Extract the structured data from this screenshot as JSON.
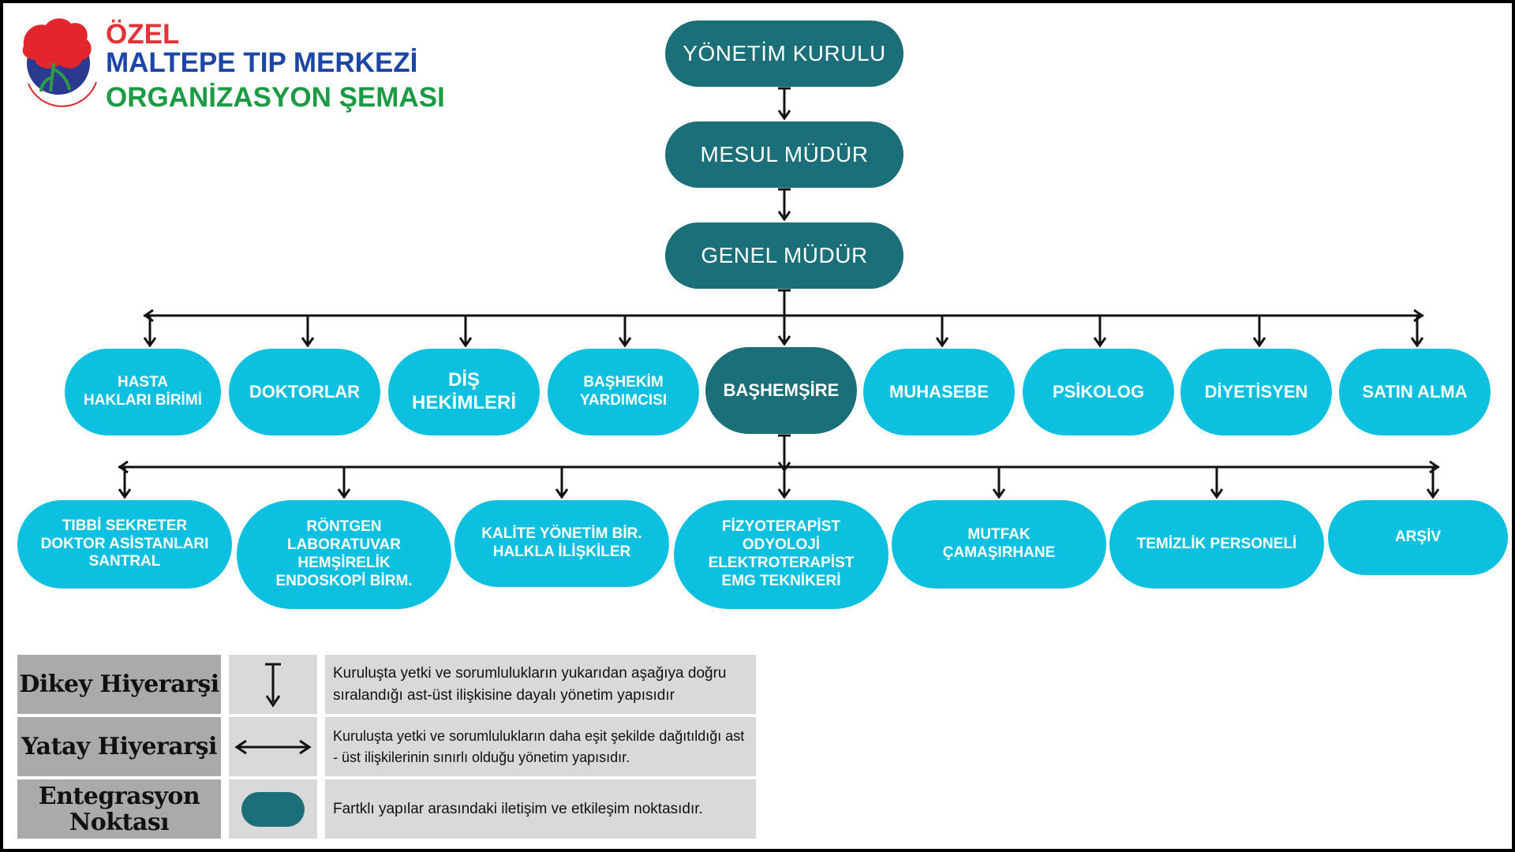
{
  "header": {
    "line1": "ÖZEL",
    "line2": "MALTEPE TIP MERKEZİ",
    "line3": "ORGANİZASYON ŞEMASI",
    "logo_text": "MALTEPE TIP MERKEZİ"
  },
  "colors": {
    "dark_node": "#1b6f78",
    "light_node": "#0ec0e0",
    "title_red": "#e63236",
    "title_blue": "#1b46a8",
    "title_green": "#1d9a44"
  },
  "hierarchy": {
    "board": "YÖNETİM KURULU",
    "responsible_manager": "MESUL MÜDÜR",
    "general_manager": "GENEL MÜDÜR"
  },
  "departments": [
    {
      "label": "HASTA\nHAKLARI BİRİMİ"
    },
    {
      "label": "DOKTORLAR"
    },
    {
      "label": "DİŞ\nHEKİMLERİ"
    },
    {
      "label": "BAŞHEKİM\nYARDIMCISI"
    },
    {
      "label": "BAŞHEMŞİRE"
    },
    {
      "label": "MUHASEBE"
    },
    {
      "label": "PSİKOLOG"
    },
    {
      "label": "DİYETİSYEN"
    },
    {
      "label": "SATIN ALMA"
    }
  ],
  "units": [
    {
      "label": "TIBBİ SEKRETER\nDOKTOR ASİSTANLARI\nSANTRAL"
    },
    {
      "label": "RÖNTGEN\nLABORATUVAR\nHEMŞİRELİK\nENDOSKOPİ BİRM."
    },
    {
      "label": "KALİTE YÖNETİM BİR.\nHALKLA İLİŞKİLER"
    },
    {
      "label": "FİZYOTERAPİST\nODYOLOJİ\nELEKTROTERAPİST\nEMG TEKNİKERİ"
    },
    {
      "label": "MUTFAK\nÇAMAŞIRHANE"
    },
    {
      "label": "TEMİZLİK PERSONELİ"
    },
    {
      "label": "ARŞİV"
    }
  ],
  "legend": [
    {
      "name": "Dikey Hiyerarşi",
      "symbol": "vertical-arrow-icon",
      "description": "Kuruluşta yetki ve sorumlulukların yukarıdan aşağıya doğru sıralandığı ast-üst ilişkisine dayalı yönetim yapısıdır"
    },
    {
      "name": "Yatay Hiyerarşi",
      "symbol": "horizontal-arrow-icon",
      "description": "Kuruluşta yetki ve sorumlulukların daha eşit şekilde dağıtıldığı ast - üst  ilişkilerinin sınırlı olduğu yönetim yapısıdır."
    },
    {
      "name": "Entegrasyon Noktası",
      "symbol": "integration-pill-icon",
      "description": "Fartklı yapılar arasındaki iletişim ve etkileşim noktasıdır."
    }
  ]
}
